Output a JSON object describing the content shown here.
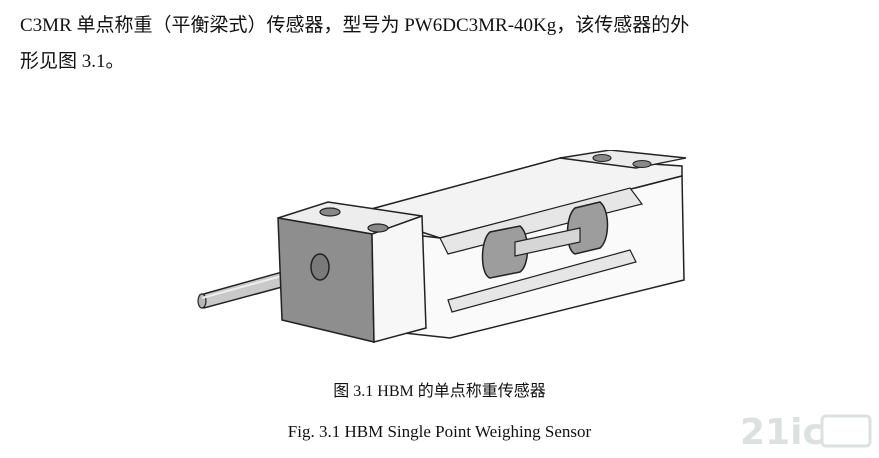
{
  "paragraph": {
    "line1": "C3MR 单点称重（平衡梁式）传感器，型号为 PW6DC3MR-40Kg，该传感器的外",
    "line2": "形见图 3.1。"
  },
  "figure": {
    "image": "load-cell-illustration",
    "caption_cn": "图 3.1 HBM 的单点称重传感器",
    "caption_en": "Fig. 3.1 HBM Single Point Weighing Sensor"
  },
  "watermark": {
    "text": "21ic"
  },
  "colors": {
    "text": "#111111",
    "metal_light": "#f1f1f1",
    "metal_dark": "#8e8e8e",
    "outline": "#222222"
  }
}
